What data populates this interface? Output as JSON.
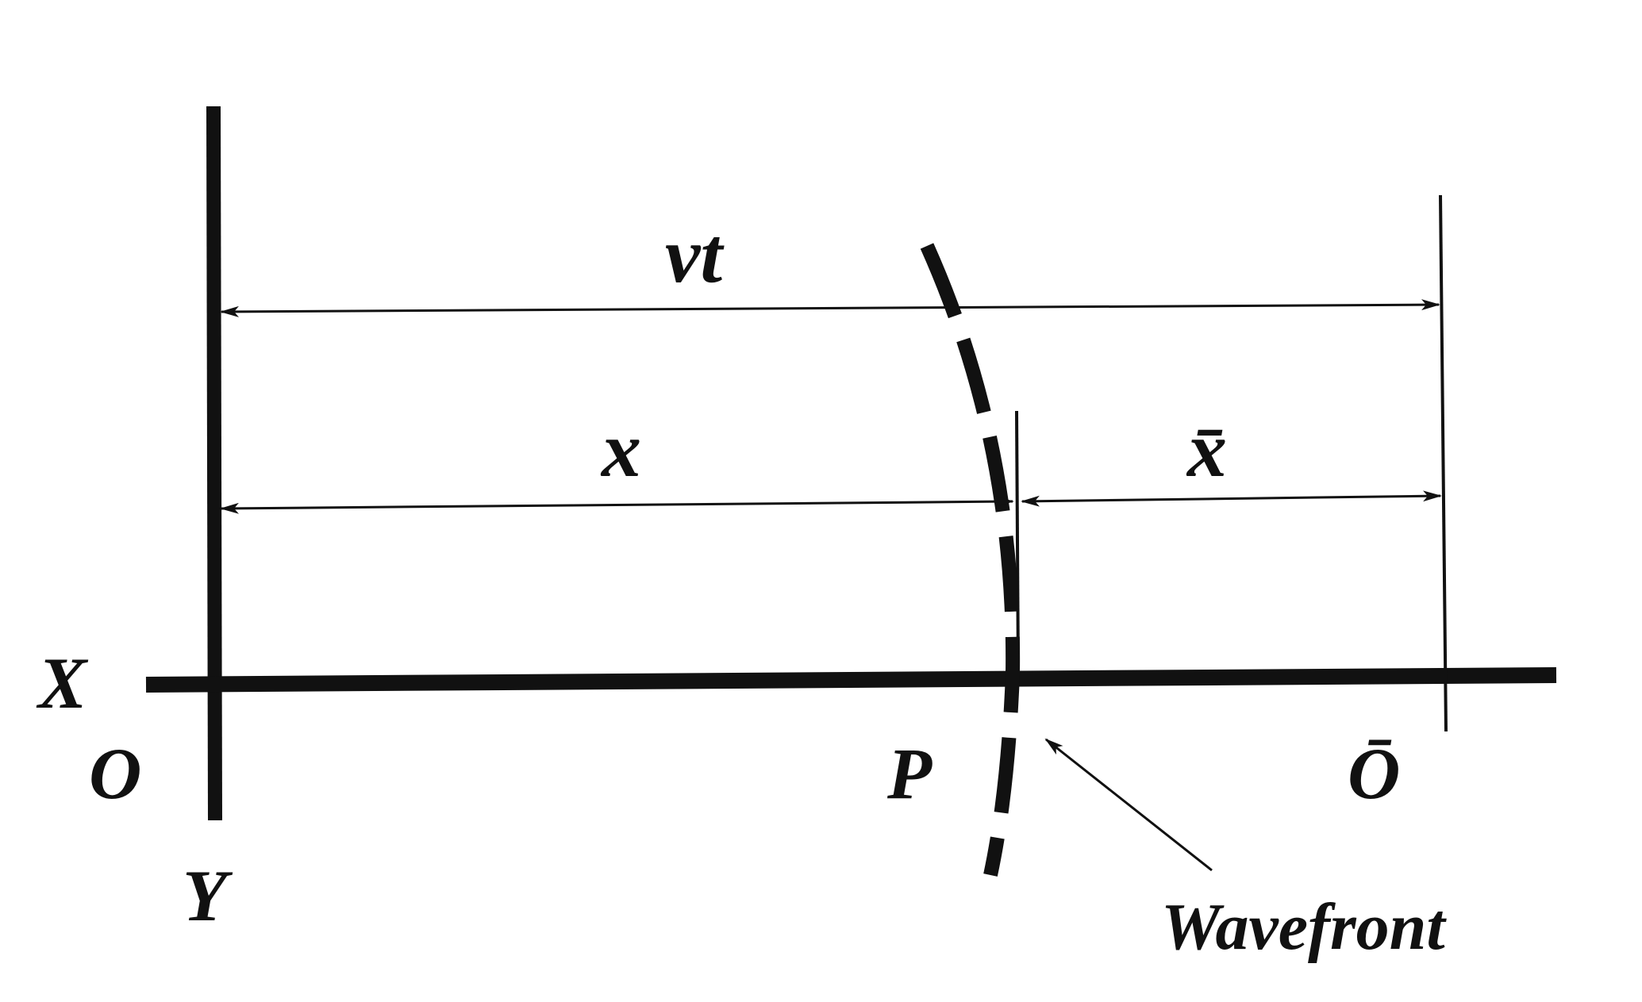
{
  "diagram": {
    "labels": {
      "vt": "vt",
      "x": "x",
      "x_bar": "x̄",
      "X_axis": "X",
      "origin_O": "O",
      "Y_axis": "Y",
      "point_P": "P",
      "origin_O_bar": "Ō",
      "wavefront": "Wavefront"
    },
    "colors": {
      "ink": "#111111",
      "background": "#ffffff"
    }
  }
}
